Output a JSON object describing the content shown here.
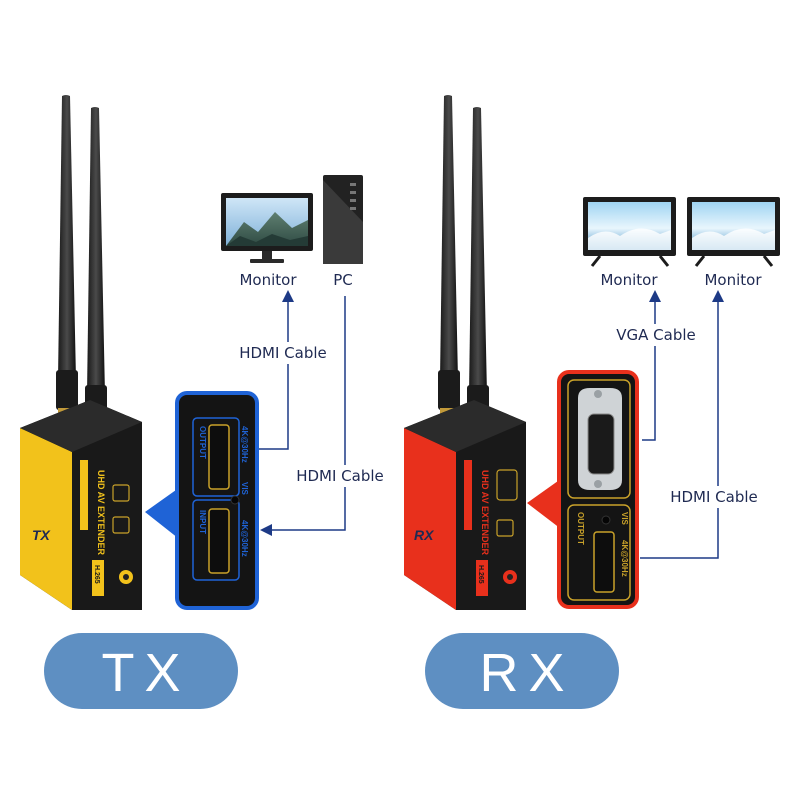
{
  "tx": {
    "pill_label": "TX",
    "devices": {
      "monitor_label": "Monitor",
      "pc_label": "PC"
    },
    "cables": {
      "out_cable": "HDMI Cable",
      "in_cable": "HDMI Cable"
    },
    "unit": {
      "title": "UHD AV EXTENDER",
      "badge": "TX",
      "format": "H.265"
    },
    "zoom_ports": [
      "OUTPUT",
      "INPUT",
      "VIS",
      "4K@30Hz",
      "4K@30Hz"
    ]
  },
  "rx": {
    "pill_label": "RX",
    "devices": {
      "monitor_a_label": "Monitor",
      "monitor_b_label": "Monitor"
    },
    "cables": {
      "vga_cable": "VGA Cable",
      "hdmi_cable": "HDMI Cable"
    },
    "unit": {
      "title": "UHD AV EXTENDER",
      "badge": "RX",
      "format": "H.265"
    },
    "zoom_ports": [
      "OUTPUT",
      "VIS",
      "4K@30Hz"
    ]
  },
  "colors": {
    "tx_accent": "#f2c21b",
    "rx_accent": "#e8301c",
    "tx_zoom_border": "#1f63d6",
    "rx_zoom_border": "#e8301c",
    "pill": "#5e8fc2",
    "connector": "#1d3a86",
    "port_outline": "#c9a22a"
  }
}
